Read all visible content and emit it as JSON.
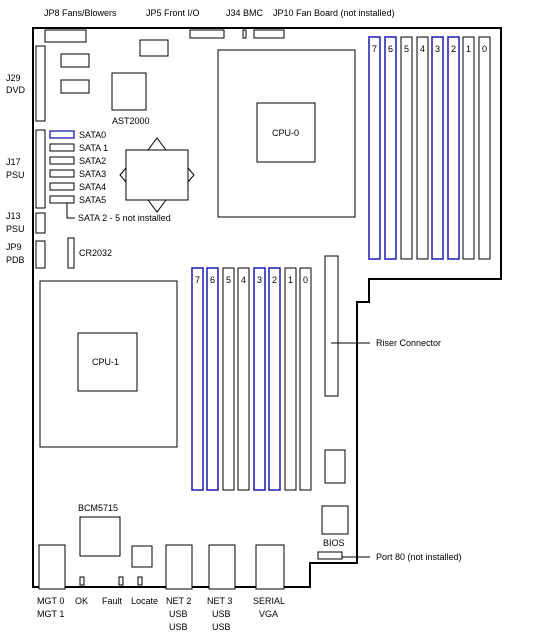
{
  "labels": {
    "jp8": "JP8 Fans/Blowers",
    "jp5": "JP5 Front I/O",
    "j34": "J34 BMC",
    "jp10": "JP10 Fan Board (not installed)",
    "j29a": "J29",
    "j29b": "DVD",
    "j17a": "J17",
    "j17b": "PSU",
    "j13a": "J13",
    "j13b": "PSU",
    "jp9a": "JP9",
    "jp9b": "PDB",
    "ast": "AST2000",
    "cpu0": "CPU-0",
    "cpu1": "CPU-1",
    "sata_note": "SATA 2 - 5 not installed",
    "cr": "CR2032",
    "riser": "Riser Connector",
    "bcm": "BCM5715",
    "bios": "BIOS",
    "port80": "Port 80 (not installed)",
    "mgt0": "MGT 0",
    "mgt1": "MGT 1",
    "ok": "OK",
    "fault": "Fault",
    "locate": "Locate",
    "net2": "NET 2",
    "net2u1": "USB",
    "net2u2": "USB",
    "net3": "NET 3",
    "net3u1": "USB",
    "net3u2": "USB",
    "serial": "SERIAL",
    "vga": "VGA"
  },
  "sata": [
    "SATA0",
    "SATA 1",
    "SATA2",
    "SATA3",
    "SATA4",
    "SATA5"
  ],
  "dimm_top": [
    "7",
    "6",
    "5",
    "4",
    "3",
    "2",
    "1",
    "0"
  ],
  "dimm_bottom": [
    "7",
    "6",
    "5",
    "4",
    "3",
    "2",
    "1",
    "0"
  ],
  "colors": {
    "line": "#000000",
    "blue_slot": "#2a2ab8"
  }
}
